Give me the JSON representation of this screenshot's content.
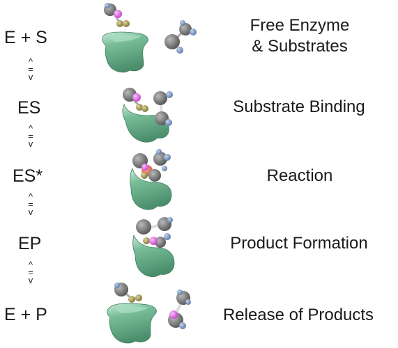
{
  "steps": [
    {
      "state": "E + S",
      "description_lines": [
        "Free Enzyme",
        "& Substrates"
      ]
    },
    {
      "state": "ES",
      "description_lines": [
        "Substrate Binding"
      ]
    },
    {
      "state": "ES*",
      "description_lines": [
        "Reaction"
      ]
    },
    {
      "state": "EP",
      "description_lines": [
        "Product Formation"
      ]
    },
    {
      "state": "E + P",
      "description_lines": [
        "Release of Products"
      ]
    }
  ],
  "equilibrium_symbol": {
    "top": "^",
    "middle": "=",
    "bottom": "v"
  },
  "colors": {
    "enzyme": "#5fa583",
    "enzyme_light": "#9fd6ba",
    "atom_gray": "#777777",
    "atom_blue": "#7b97c0",
    "atom_magenta": "#e36ae6",
    "atom_olive": "#a99d58",
    "atom_red": "#e0553f"
  }
}
